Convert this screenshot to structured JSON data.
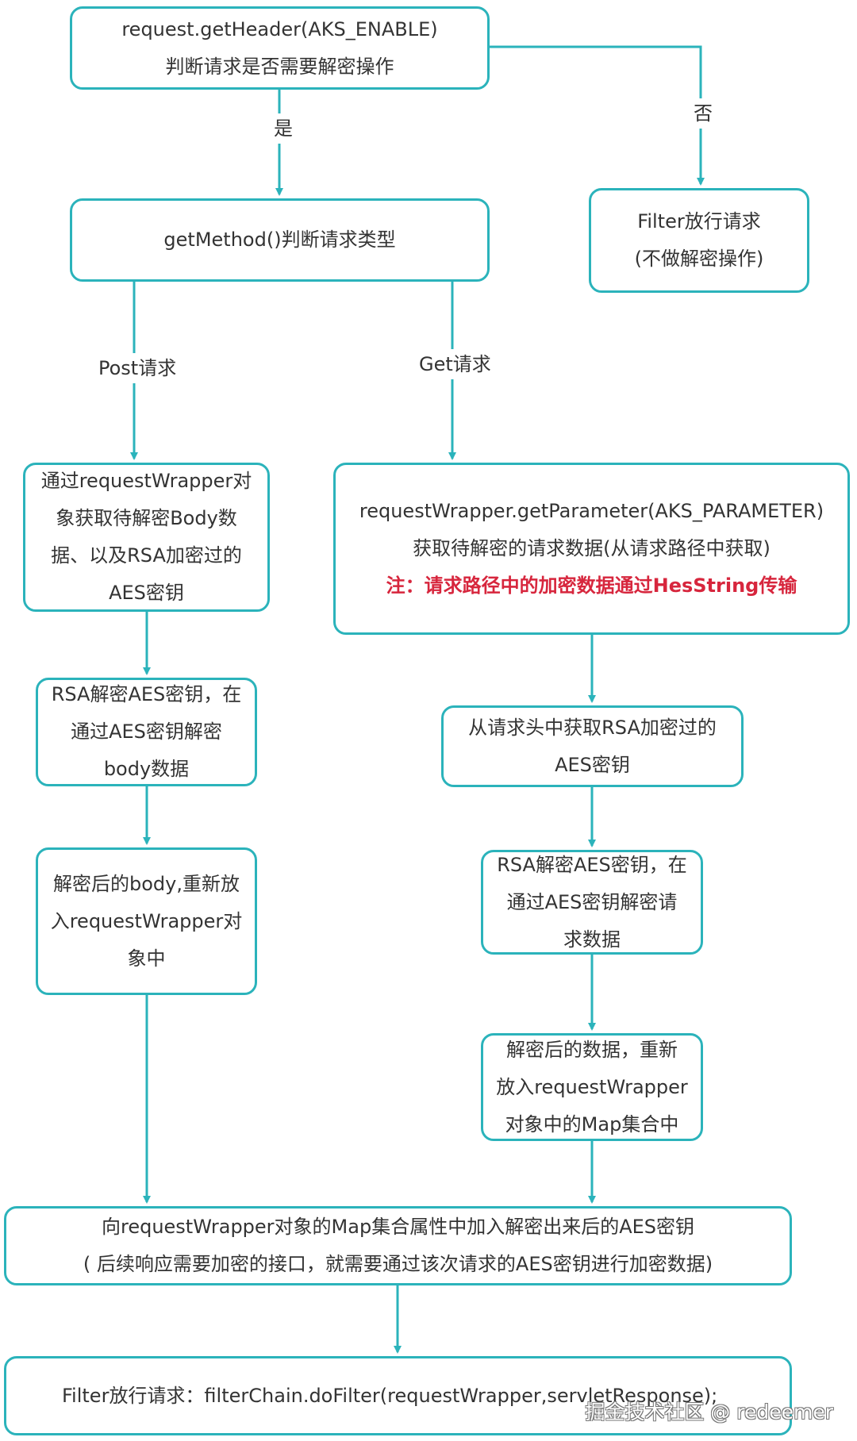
{
  "nodes": {
    "check_header": {
      "line1": "request.getHeader(AKS_ENABLE)",
      "line2": "判断请求是否需要解密操作"
    },
    "filter_pass": {
      "line1": "Filter放行请求",
      "line2": "(不做解密操作)"
    },
    "get_method": {
      "line1": "getMethod()判断请求类型"
    },
    "post_read": {
      "line1": "通过requestWrapper对",
      "line2": "象获取待解密Body数",
      "line3": "据、以及RSA加密过的",
      "line4": "AES密钥"
    },
    "get_param": {
      "line1": "requestWrapper.getParameter(AKS_PARAMETER)",
      "line2": "获取待解密的请求数据(从请求路径中获取)",
      "note": "注：请求路径中的加密数据通过HesString传输"
    },
    "post_decrypt": {
      "line1": "RSA解密AES密钥，在",
      "line2": "通过AES密钥解密",
      "line3": "body数据"
    },
    "get_header_key": {
      "line1": "从请求头中获取RSA加密过的",
      "line2": "AES密钥"
    },
    "post_reput": {
      "line1": "解密后的body,重新放",
      "line2": "入requestWrapper对",
      "line3": "象中"
    },
    "get_decrypt": {
      "line1": "RSA解密AES密钥，在",
      "line2": "通过AES密钥解密请",
      "line3": "求数据"
    },
    "get_reput": {
      "line1": "解密后的数据，重新",
      "line2": "放入requestWrapper",
      "line3": "对象中的Map集合中"
    },
    "add_key": {
      "line1": "向requestWrapper对象的Map集合属性中加入解密出来后的AES密钥",
      "line2": "( 后续响应需要加密的接口，就需要通过该次请求的AES密钥进行加密数据)"
    },
    "final_filter": {
      "line1": "Filter放行请求：filterChain.doFilter(requestWrapper,servletResponse);"
    }
  },
  "edges": {
    "yes_label": "是",
    "no_label": "否",
    "post_label": "Post请求",
    "get_label": "Get请求"
  },
  "watermark": "掘金技术社区 @ redeemer",
  "colors": {
    "border": "#2bb3bb",
    "note": "#d7263d",
    "text": "#333333"
  }
}
